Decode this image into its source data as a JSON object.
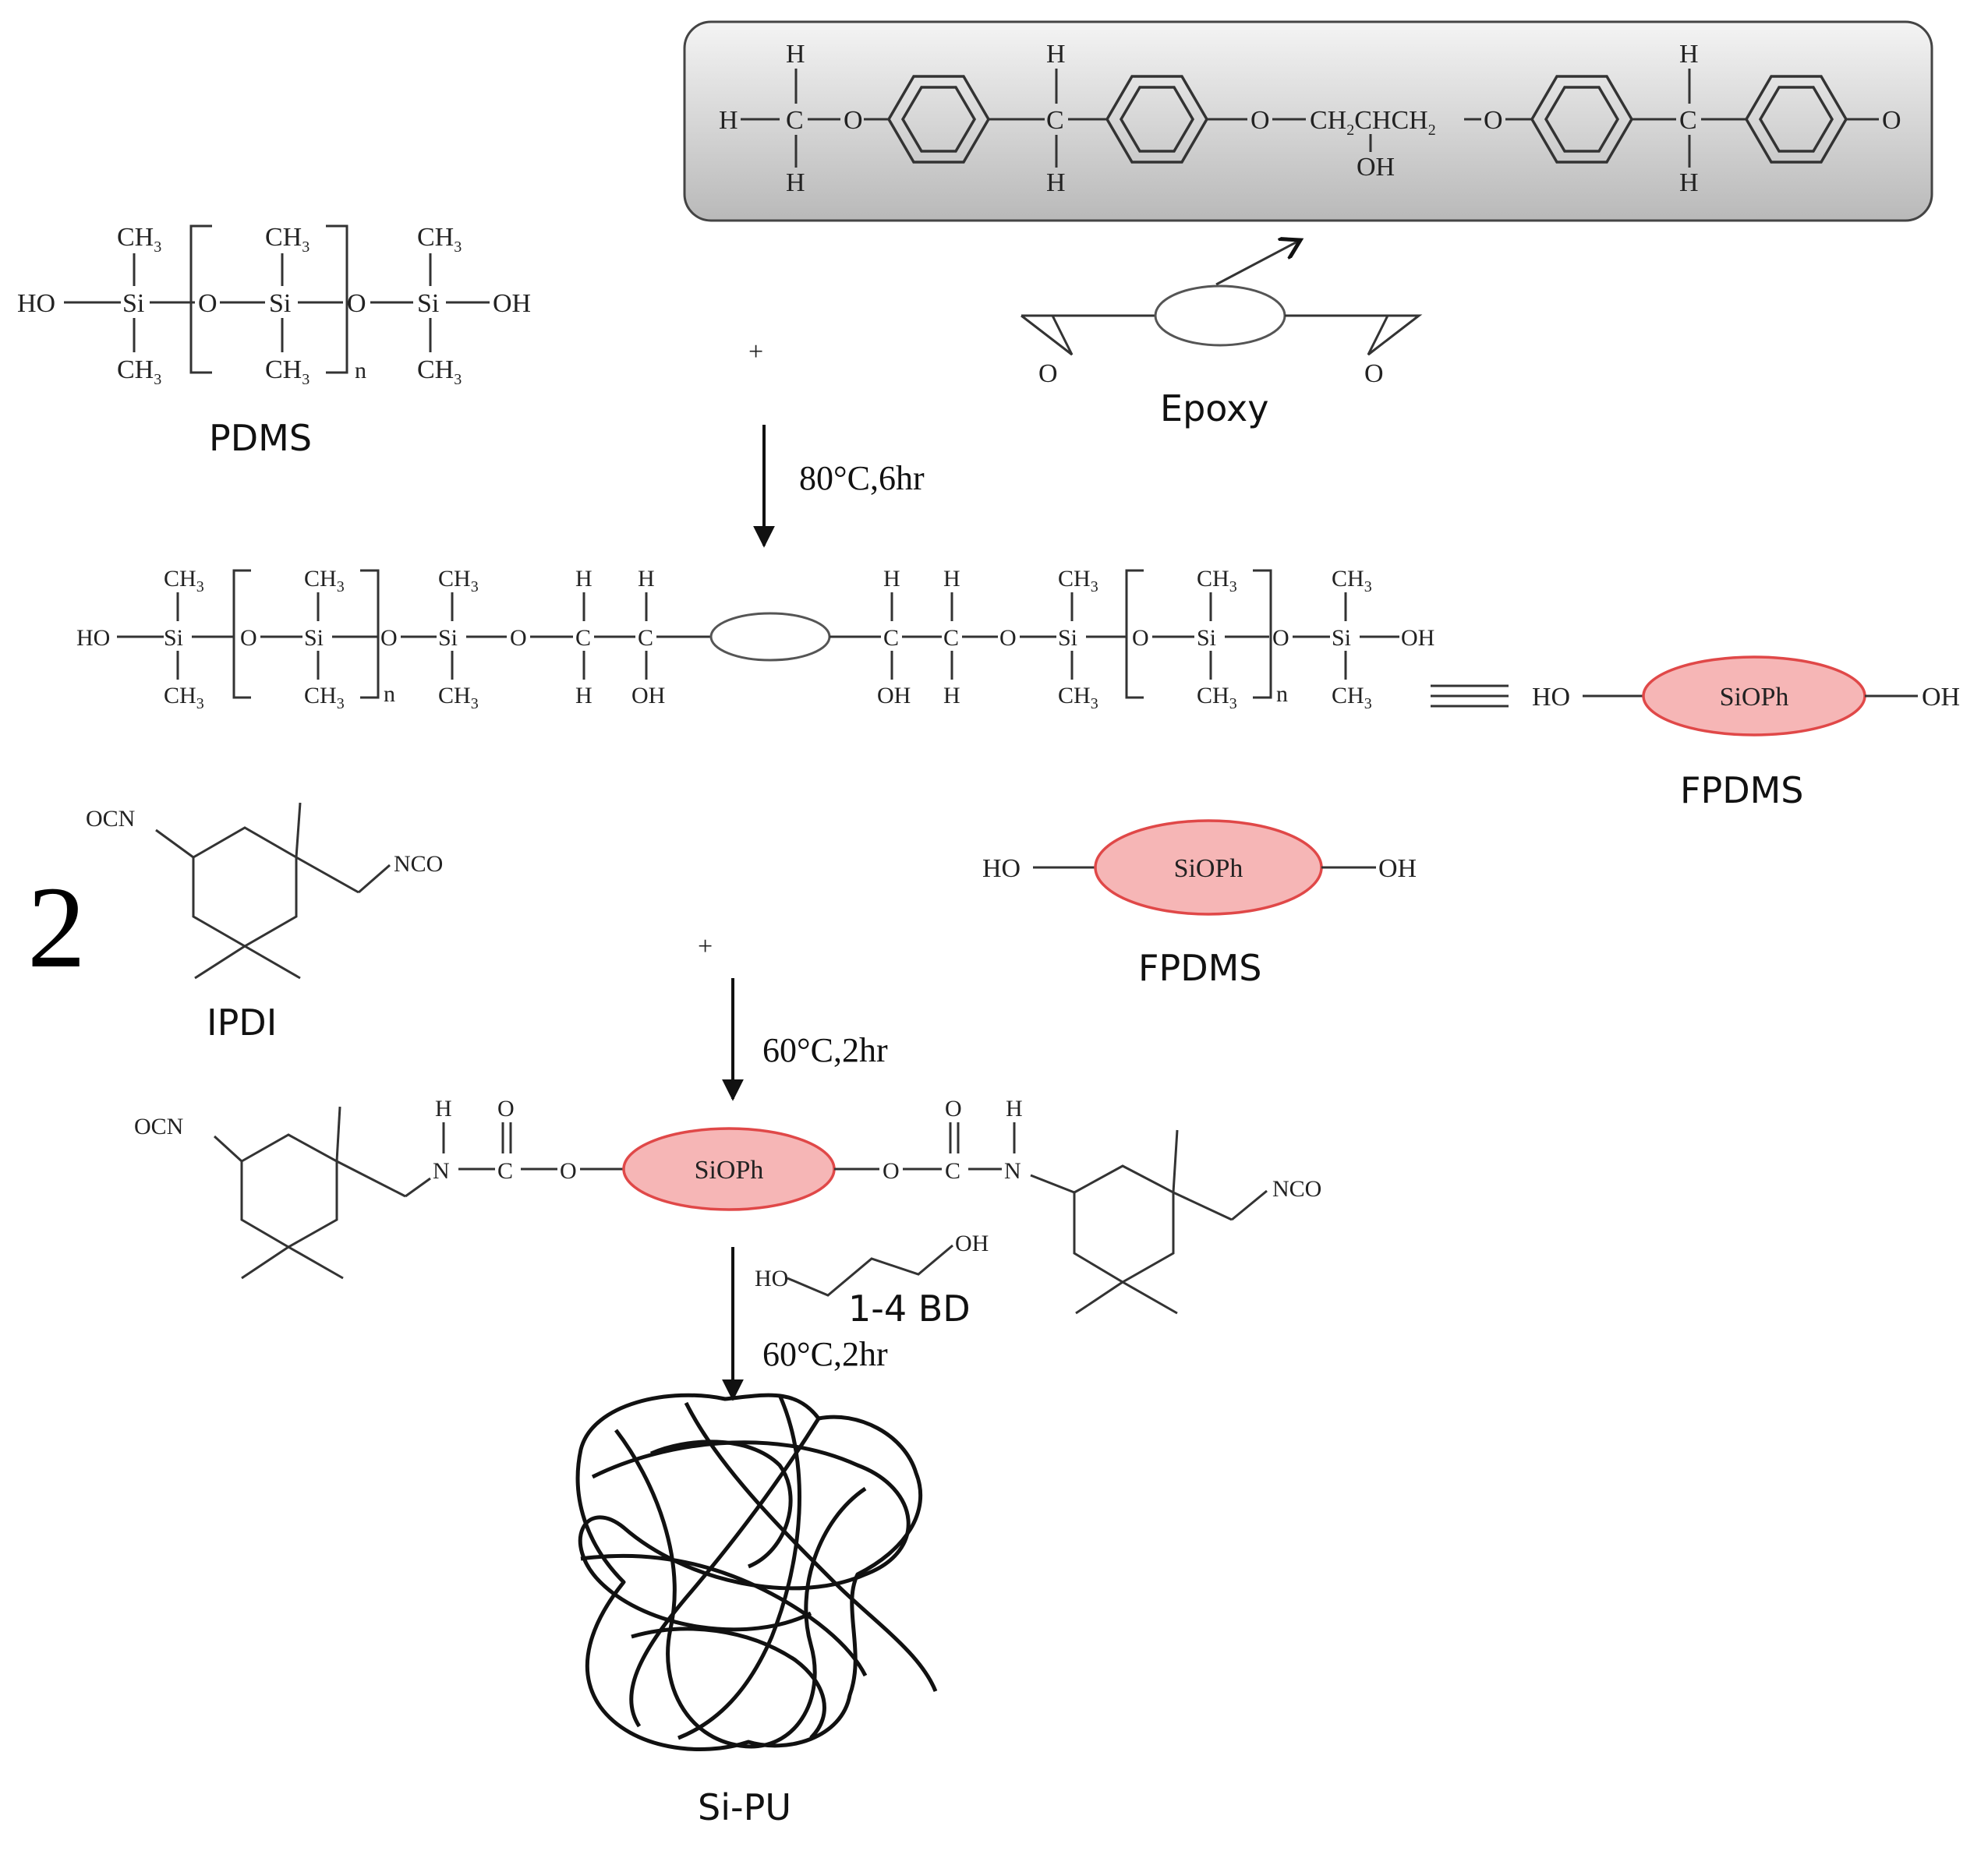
{
  "epoxy_structure": {
    "h_left": "H",
    "h_top": "H",
    "h_bottom": "H",
    "c": "C",
    "o1": "O",
    "ch_h_top": "H",
    "ch_c": "C",
    "ch_h_bottom": "H",
    "o2": "O",
    "chain_a": "CH",
    "chain_a_sub": "2",
    "chain_b": "CHCH",
    "chain_c_sub": "2",
    "o3": "O",
    "oh": "OH",
    "ch2_h_top": "H",
    "ch2_c": "C",
    "ch2_h_bottom": "H",
    "o_end": "O"
  },
  "pdms": {
    "ho": "HO",
    "si": "Si",
    "o": "O",
    "oh": "OH",
    "ch3": "CH",
    "ch3_sub": "3",
    "n": "n",
    "name": "PDMS"
  },
  "epoxy": {
    "oxirane_o": "O",
    "name": "Epoxy"
  },
  "plus_sign": "+",
  "step1": {
    "condition": "80°C,6hr"
  },
  "intermediate": {
    "ho": "HO",
    "oh": "OH",
    "si": "Si",
    "o": "O",
    "c": "C",
    "h": "H",
    "ch3": "CH",
    "ch3_sub": "3",
    "n": "n"
  },
  "fpdms": {
    "ho": "HO",
    "oh": "OH",
    "core": "SiOPh",
    "name": "FPDMS"
  },
  "ipdi": {
    "coefficient": "2",
    "ocn": "OCN",
    "nco": "NCO",
    "name": "IPDI"
  },
  "step2": {
    "condition": "60°C,2hr"
  },
  "prepolymer": {
    "ocn": "OCN",
    "nco": "NCO",
    "h": "H",
    "n": "N",
    "c": "C",
    "o": "O",
    "core": "SiOPh"
  },
  "chain_extender": {
    "ho": "HO",
    "oh": "OH",
    "name": "1-4 BD"
  },
  "step3": {
    "condition": "60°C,2hr"
  },
  "product": {
    "name": "Si-PU"
  },
  "colors": {
    "core_fill": "#f6b6b6",
    "core_stroke": "#e04848",
    "box_fill": "#d9d9d9"
  }
}
